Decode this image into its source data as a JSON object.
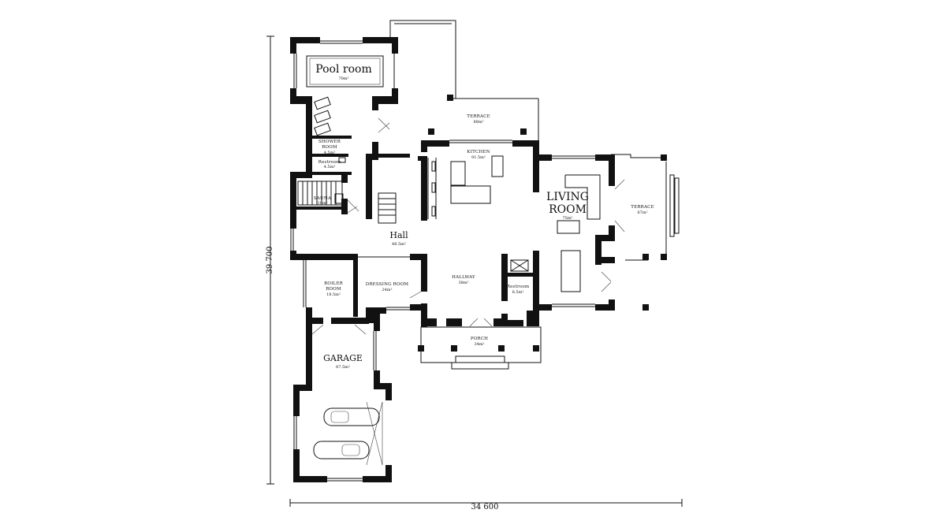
{
  "rooms": {
    "pool_room": {
      "name": "Pool room",
      "area": "70m²"
    },
    "shower_room": {
      "name_line1": "SHOWER",
      "name_line2": "ROOM",
      "area": "4.5m²"
    },
    "restroom_1": {
      "name": "Restroom",
      "area": "4.5m²"
    },
    "sauna": {
      "name": "SAUNA",
      "area": "10m²"
    },
    "terrace_top": {
      "name": "TERRACE",
      "area": "88m²"
    },
    "kitchen": {
      "name": "KITCHEN",
      "area": "91.5m²"
    },
    "living_room": {
      "name_line1": "LIVING",
      "name_line2": "ROOM",
      "area": "75m²"
    },
    "terrace_right": {
      "name": "TERRACE",
      "area": "67m²"
    },
    "hall": {
      "name": "Hall",
      "area": "48.5m²"
    },
    "boiler_room": {
      "name_line1": "BOILER",
      "name_line2": "ROOM",
      "area": "18.5m²"
    },
    "dressing_room": {
      "name": "DRESSING ROOM",
      "area": "24m²"
    },
    "hallway": {
      "name": "HALLWAY",
      "area": "38m²"
    },
    "restroom_2": {
      "name": "Restroom",
      "area": "8.5m²"
    },
    "porch": {
      "name": "PORCH",
      "area": "34m²"
    },
    "garage": {
      "name": "GARAGE",
      "area": "87.5m²"
    }
  },
  "dimensions": {
    "height": "39 700",
    "width": "34 600"
  },
  "colors": {
    "wall": "#111111",
    "background": "#ffffff"
  }
}
